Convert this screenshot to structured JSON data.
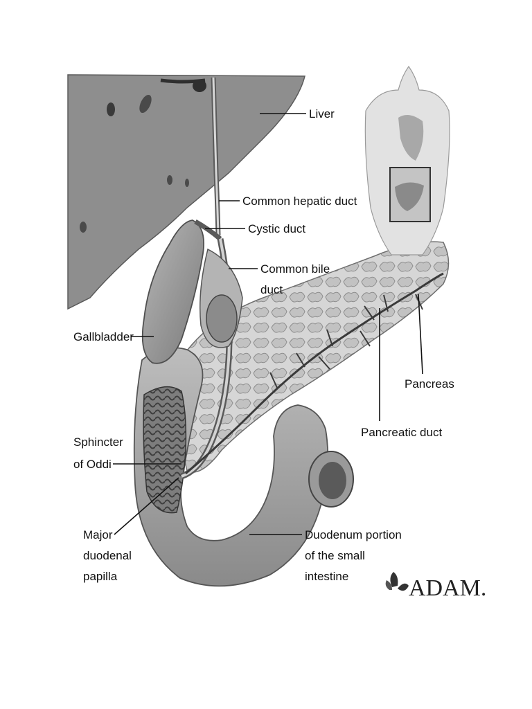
{
  "labels": {
    "liver": "Liver",
    "common_hepatic_duct": "Common hepatic duct",
    "cystic_duct": "Cystic duct",
    "common_bile_duct_line1": "Common bile",
    "common_bile_duct_line2": "duct",
    "gallbladder": "Gallbladder",
    "pancreas": "Pancreas",
    "pancreatic_duct": "Pancreatic duct",
    "sphincter_line1": "Sphincter",
    "sphincter_line2": "of Oddi",
    "papilla_line1": "Major",
    "papilla_line2": "duodenal",
    "papilla_line3": "papilla",
    "duodenum_line1": "Duodenum portion",
    "duodenum_line2": "of the small",
    "duodenum_line3": "intestine"
  },
  "brand": {
    "text": "ADAM."
  },
  "colors": {
    "background": "#ffffff",
    "liver": "#8e8e8e",
    "organ_light": "#c9c9c9",
    "organ_mid": "#a9a9a9",
    "organ_dark": "#6f6f6f",
    "ink": "#111111"
  }
}
